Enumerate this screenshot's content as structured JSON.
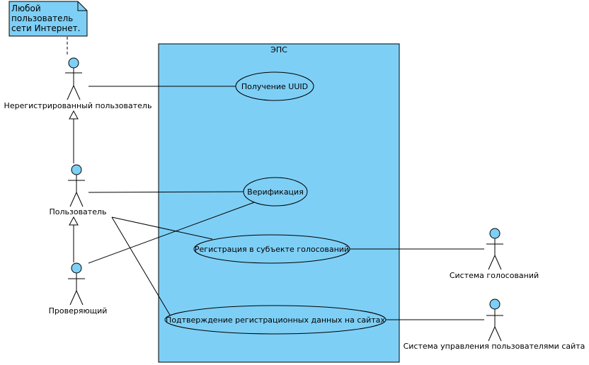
{
  "note": {
    "lines": [
      "Любой",
      "пользователь",
      "сети Интернет."
    ]
  },
  "system": {
    "title": "ЭПС"
  },
  "actors": {
    "unregistered": "Нерегистрированный пользователь",
    "user": "Пользователь",
    "checker": "Проверяющий",
    "voting_system": "Система голосований",
    "site_user_mgmt": "Система управления пользователями сайта"
  },
  "use_cases": {
    "get_uuid": "Получение UUID",
    "verification": "Верификация",
    "voting_registration": "Регистрация в субъекте голосований",
    "site_confirmation": "Подтверждение регистрационных данных на сайтах"
  },
  "colors": {
    "fill": "#7ecff5",
    "stroke": "#000000",
    "background": "#ffffff"
  }
}
